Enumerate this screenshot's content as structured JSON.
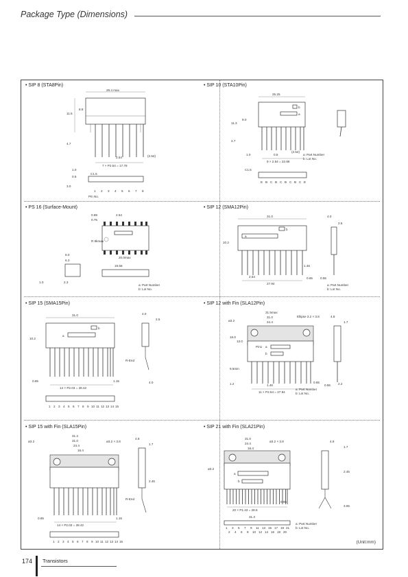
{
  "header": {
    "title": "Package Type (Dimensions)"
  },
  "packages": {
    "sip8": {
      "title": "• SIP 8 (STA8Pin)",
      "dims": [
        "29.4 max",
        "11.5",
        "8.8",
        "4.7",
        "2.54",
        "(2.54)",
        "7 × P2.54 = 17.78",
        "C1.5",
        "3.0",
        "0.5",
        "1.0"
      ],
      "pins": [
        "1",
        "2",
        "3",
        "4",
        "5",
        "6",
        "7",
        "8"
      ],
      "pin_label": "Pin No."
    },
    "sip10": {
      "title": "• SIP 10 (STA10Pin)",
      "dims": [
        "25.25",
        "11.3",
        "9.0",
        "4.7",
        "1.0",
        "0.5",
        "(2.54)",
        "9 × 2.54 = 22.86",
        "C1.5"
      ],
      "marks": [
        "b",
        "a"
      ],
      "legend": [
        "a: Part Number",
        "b: Lot No."
      ],
      "pins": [
        "E",
        "B",
        "C",
        "B",
        "C",
        "B",
        "C",
        "B",
        "C",
        "E"
      ]
    },
    "ps16": {
      "title": "• PS 16 (Surface-Mount)",
      "dims": [
        "0.89",
        "2.54",
        "0.75",
        "20.0max",
        "8.0",
        "6.3",
        "19.56",
        "1.0",
        "2.3",
        "R 8kmax"
      ],
      "legend": [
        "a: Part Number",
        "b: Lot No."
      ]
    },
    "sip12": {
      "title": "• SIP 12 (SMA12Pin)",
      "dims": [
        "31.0",
        "4.0",
        "2.5",
        "10.2",
        "1.46",
        "2.54",
        "27.94",
        "0.55",
        "0.65"
      ],
      "marks": [
        "a",
        "b"
      ],
      "legend": [
        "a: Part Number",
        "b: Lot No."
      ]
    },
    "sip15": {
      "title": "• SIP 15 (SMA15Pin)",
      "dims": [
        "31.0",
        "4.0",
        "2.5",
        "10.2",
        "0.65",
        "14 × P2.03 = 28.42",
        "1.15",
        "R-End",
        "4.0"
      ],
      "marks": [
        "b",
        "a"
      ],
      "pins": [
        "1",
        "2",
        "3",
        "4",
        "5",
        "6",
        "7",
        "8",
        "9",
        "10",
        "11",
        "12",
        "13",
        "14",
        "15"
      ]
    },
    "sip12fin": {
      "title": "• SIP 12 with Fin (SLA12Pin)",
      "dims": [
        "31.5max",
        "31.0",
        "24.4",
        "ø3.2",
        "Ellipse 3.2 × 3.8",
        "4.8",
        "1.7",
        "16.0",
        "13.0",
        "9.5min",
        "1.2",
        "1.46",
        "11 × P2.54 = 27.94",
        "2.2",
        "0.55",
        "0.65"
      ],
      "marks": [
        "a",
        "b",
        "Pin1"
      ],
      "legend": [
        "a: Part Number",
        "b: Lot No."
      ]
    },
    "sip15fin": {
      "title": "• SIP 15 with Fin (SLA15Pin)",
      "dims": [
        "31.3",
        "31.0",
        "24.4",
        "16.4",
        "ø3.2",
        "ø3.2 × 3.8",
        "4.8",
        "1.7",
        "2.45",
        "0.65",
        "14 × P2.03 = 28.42",
        "1.15",
        "R-End"
      ],
      "pins": [
        "1",
        "2",
        "3",
        "4",
        "5",
        "6",
        "7",
        "8",
        "9",
        "10",
        "11",
        "12",
        "13",
        "14",
        "15"
      ]
    },
    "sip21fin": {
      "title": "• SIP 21 with Fin (SLA21Pin)",
      "dims": [
        "31.0",
        "24.4",
        "16.4",
        "ø3.2 × 3.8",
        "ø3.2",
        "4.8",
        "1.7",
        "2.45",
        "3.65",
        "0.65",
        "20 × P1.43 = 28.6",
        "31.3"
      ],
      "marks": [
        "a",
        "b"
      ],
      "legend": [
        "a: Part Number",
        "b: Lot No."
      ],
      "pins_top": [
        "1",
        "3",
        "5",
        "7",
        "9",
        "11",
        "13",
        "15",
        "17",
        "19",
        "21"
      ],
      "pins_bottom": [
        "2",
        "4",
        "6",
        "8",
        "10",
        "12",
        "14",
        "16",
        "18",
        "20"
      ]
    }
  },
  "unit": "(Unit:mm)",
  "footer": {
    "page": "174",
    "section": "Transistors"
  }
}
